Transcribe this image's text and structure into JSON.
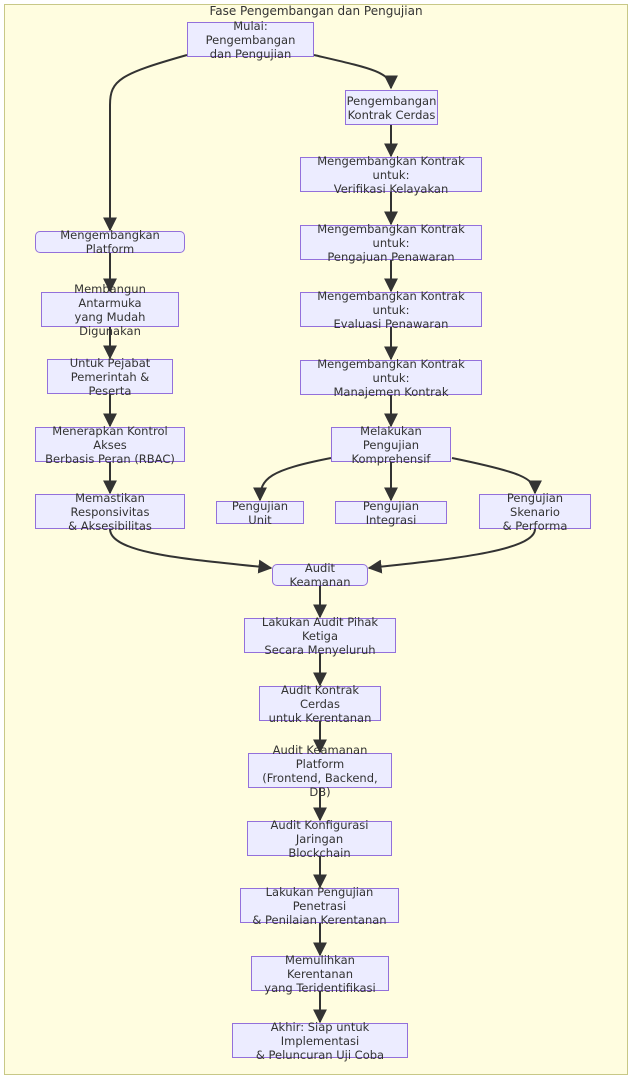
{
  "subgraph_title": "Fase Pengembangan dan Pengujian",
  "nodes": {
    "start": "Mulai: Pengembangan\ndan Pengujian",
    "sc_dev": "Pengembangan\nKontrak Cerdas",
    "sc_eligibility": "Mengembangkan Kontrak untuk:\nVerifikasi Kelayakan",
    "sc_bid_submission": "Mengembangkan Kontrak untuk:\nPengajuan Penawaran",
    "sc_bid_evaluation": "Mengembangkan Kontrak untuk:\nEvaluasi Penawaran",
    "sc_contract_mgmt": "Mengembangkan Kontrak untuk:\nManajemen Kontrak",
    "comprehensive_testing": "Melakukan Pengujian\nKomprehensif",
    "unit_test": "Pengujian Unit",
    "integration_test": "Pengujian Integrasi",
    "scenario_test": "Pengujian Skenario\n& Performa",
    "platform_dev": "Mengembangkan Platform",
    "build_ui": "Membangun Antarmuka\nyang Mudah Digunakan",
    "for_officials": "Untuk Pejabat\nPemerintah & Peserta",
    "rbac": "Menerapkan Kontrol Akses\nBerbasis Peran (RBAC)",
    "responsive": "Memastikan Responsivitas\n& Aksesibilitas",
    "security_audit": "Audit Keamanan",
    "third_party_audit": "Lakukan Audit Pihak Ketiga\nSecara Menyeluruh",
    "sc_audit": "Audit Kontrak Cerdas\nuntuk Kerentanan",
    "platform_security": "Audit Keamanan Platform\n(Frontend, Backend, DB)",
    "network_audit": "Audit Konfigurasi Jaringan\nBlockchain",
    "pentest": "Lakukan Pengujian Penetrasi\n& Penilaian Kerentanan",
    "remediate": "Memulihkan Kerentanan\nyang Teridentifikasi",
    "end": "Akhir: Siap untuk Implementasi\n& Peluncuran Uji Coba"
  }
}
